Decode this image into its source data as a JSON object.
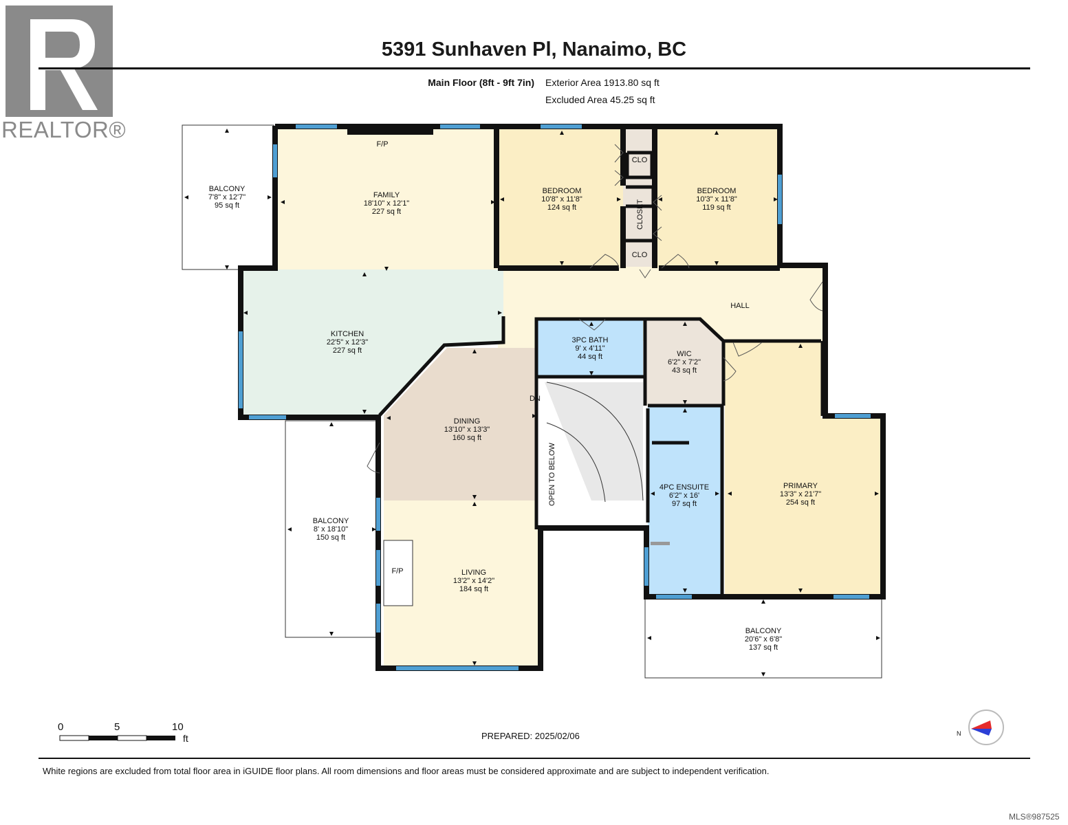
{
  "header": {
    "title": "5391 Sunhaven Pl, Nanaimo, BC",
    "floor_label": "Main Floor (8ft - 9ft 7in)",
    "exterior_area": "Exterior Area 1913.80 sq ft",
    "excluded_area": "Excluded Area 45.25 sq ft"
  },
  "logo": {
    "text": "REALTOR®"
  },
  "rooms": {
    "balcony_nw": {
      "name": "BALCONY",
      "dims": "7'8\" x 12'7\"",
      "area": "95 sq ft"
    },
    "family": {
      "name": "FAMILY",
      "dims": "18'10\" x 12'1\"",
      "area": "227 sq ft"
    },
    "bedroom1": {
      "name": "BEDROOM",
      "dims": "10'8\" x 11'8\"",
      "area": "124 sq ft"
    },
    "bedroom2": {
      "name": "BEDROOM",
      "dims": "10'3\" x 11'8\"",
      "area": "119 sq ft"
    },
    "kitchen": {
      "name": "KITCHEN",
      "dims": "22'5\" x 12'3\"",
      "area": "227 sq ft"
    },
    "bath3": {
      "name": "3PC BATH",
      "dims": "9' x 4'11\"",
      "area": "44 sq ft"
    },
    "wic": {
      "name": "WIC",
      "dims": "6'2\" x 7'2\"",
      "area": "43 sq ft"
    },
    "dining": {
      "name": "DINING",
      "dims": "13'10\" x 13'3\"",
      "area": "160 sq ft"
    },
    "balcony_w": {
      "name": "BALCONY",
      "dims": "8' x 18'10\"",
      "area": "150 sq ft"
    },
    "ensuite": {
      "name": "4PC ENSUITE",
      "dims": "6'2\" x 16'",
      "area": "97 sq ft"
    },
    "primary": {
      "name": "PRIMARY",
      "dims": "13'3\" x 21'7\"",
      "area": "254 sq ft"
    },
    "living": {
      "name": "LIVING",
      "dims": "13'2\" x 14'2\"",
      "area": "184 sq ft"
    },
    "balcony_s": {
      "name": "BALCONY",
      "dims": "20'6\" x 6'8\"",
      "area": "137 sq ft"
    }
  },
  "labels": {
    "hall": "HALL",
    "clo": "CLO",
    "closet": "CLOSET",
    "fp": "F/P",
    "dn": "DN",
    "open_below": "OPEN TO BELOW"
  },
  "scale": {
    "zero": "0",
    "five": "5",
    "ten": "10",
    "unit": "ft"
  },
  "compass": {
    "north": "N"
  },
  "footer": {
    "prepared": "PREPARED: 2025/02/06",
    "disclaimer": "White regions are excluded from total floor area in iGUIDE floor plans. All room dimensions and floor areas must be considered approximate and are subject to independent verification.",
    "mls": "MLS®987525"
  },
  "colors": {
    "cream": "#fdf6dc",
    "bedroom": "#fbeec5",
    "kitchen": "#e6f2ea",
    "dining": "#e9dccd",
    "bath": "#bfe3fb",
    "closet": "#ece4da",
    "wall": "#111111",
    "window": "#4f9fd3"
  }
}
